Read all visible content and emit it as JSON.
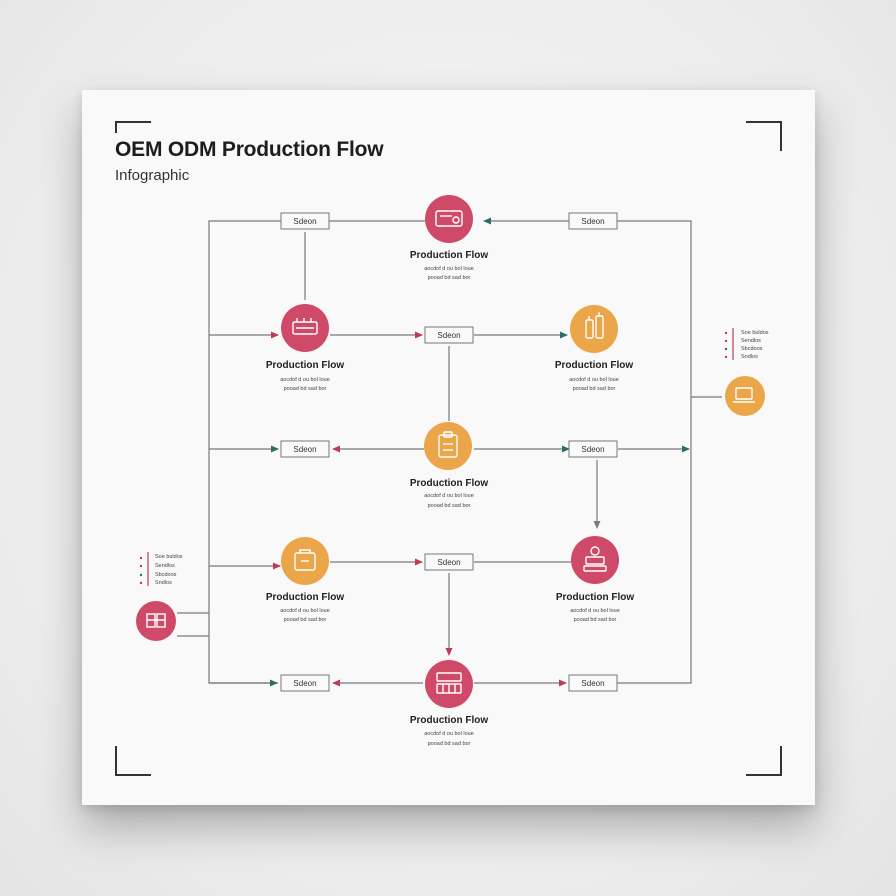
{
  "header": {
    "title": "OEM ODM Production Flow",
    "subtitle": "Infographic"
  },
  "colors": {
    "red": "#cf4a68",
    "orange": "#eba64a",
    "line": "#7a7a7a",
    "arrow_red": "#c23a55",
    "arrow_teal": "#2e6e6a"
  },
  "boxes": [
    {
      "id": "box-top-left",
      "label": "Sdeon"
    },
    {
      "id": "box-top-right",
      "label": "Sdeon"
    },
    {
      "id": "box-row2",
      "label": "Sdeon"
    },
    {
      "id": "box-row3-left",
      "label": "Sdeon"
    },
    {
      "id": "box-row3-right",
      "label": "Sdeon"
    },
    {
      "id": "box-row4",
      "label": "Sdeon"
    },
    {
      "id": "box-bottom-left",
      "label": "Sdeon"
    },
    {
      "id": "box-bottom-right",
      "label": "Sdeon"
    }
  ],
  "nodes": [
    {
      "id": "node-top",
      "color": "red",
      "icon": "machine-icon",
      "label": "Production Flow",
      "sub1": "aocdof d ou bol loue",
      "sub2": "pooad bd sad bor"
    },
    {
      "id": "node-row2-left",
      "color": "red",
      "icon": "factory-icon",
      "label": "Production Flow",
      "sub1": "aocdof d ou bol loue",
      "sub2": "pooad bd sad bor"
    },
    {
      "id": "node-row2-right",
      "color": "orange",
      "icon": "bottles-icon",
      "label": "Production Flow",
      "sub1": "aocdof d ou bol loue",
      "sub2": "pooad bd sad bor"
    },
    {
      "id": "node-center",
      "color": "orange",
      "icon": "clipboard-icon",
      "label": "Production Flow",
      "sub1": "aocdof d ou bol loue",
      "sub2": "pooad bd sad bor"
    },
    {
      "id": "node-row4-left",
      "color": "orange",
      "icon": "package-icon",
      "label": "Production Flow",
      "sub1": "aocdof d ou bol loue",
      "sub2": "pooad bd sad bor"
    },
    {
      "id": "node-row4-right",
      "color": "red",
      "icon": "worker-icon",
      "label": "Production Flow",
      "sub1": "aocdof d ou bol loue",
      "sub2": "pooad bd sad bor"
    },
    {
      "id": "node-bottom",
      "color": "red",
      "icon": "assembly-icon",
      "label": "Production Flow",
      "sub1": "aocdof d ou bol loue",
      "sub2": "pooad bd sad bor"
    },
    {
      "id": "node-side-right",
      "color": "orange",
      "icon": "laptop-icon"
    },
    {
      "id": "node-side-left",
      "color": "red",
      "icon": "crates-icon"
    }
  ],
  "legends": [
    {
      "id": "legend-right",
      "items": [
        "Soe buldos",
        "Sendlos",
        "Sbcdoos",
        "Sndlos"
      ]
    },
    {
      "id": "legend-left",
      "items": [
        "Soe buldos",
        "Sendlos",
        "Sbcdoos",
        "Sndlos"
      ]
    }
  ]
}
